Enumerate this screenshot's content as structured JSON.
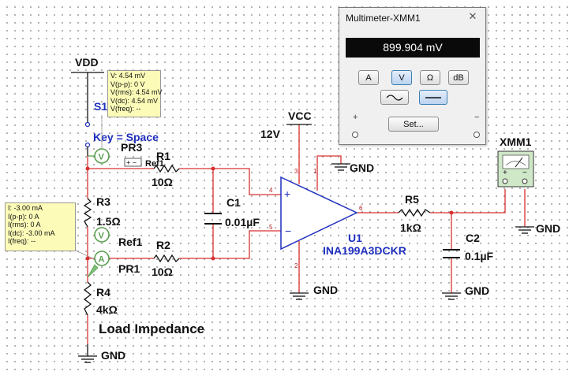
{
  "schematic": {
    "labels": {
      "vdd": "VDD",
      "vcc": "VCC",
      "v12": "12V",
      "s1": "S1",
      "key": "Key = Space",
      "pr3": "PR3",
      "ref1_top": "Ref1",
      "r1": "R1",
      "r1_val": "10Ω",
      "r3": "R3",
      "r3_val": "1.5Ω",
      "c1": "C1",
      "c1_val": "0.01µF",
      "ref1": "Ref1",
      "r2": "R2",
      "pr1": "PR1",
      "r2_val": "10Ω",
      "r4": "R4",
      "r4_val": "4kΩ",
      "load": "Load Impedance",
      "gnd_left": "GND",
      "gnd_amp_top": "GND",
      "gnd_amp_bottom": "GND",
      "u1": "U1",
      "u1_part": "INA199A3DCKR",
      "r5": "R5",
      "r5_val": "1kΩ",
      "c2": "C2",
      "c2_val": "0.1µF",
      "gnd_c2": "GND",
      "xmm1": "XMM1",
      "gnd_meter": "GND",
      "pin4": "4",
      "pin5": "5",
      "pin3": "3",
      "pin1": "1",
      "pin2": "2",
      "pin6": "6"
    },
    "colors": {
      "wire": "#d93030",
      "wire_black": "#111111",
      "net_blue": "#1f2fbf",
      "probe_green": "#5aa050"
    }
  },
  "probe_pr3": {
    "lines": [
      "V: 4.54 mV",
      "V(p-p): 0 V",
      "V(rms): 4.54 mV",
      "V(dc): 4.54 mV",
      "V(freq): --"
    ]
  },
  "probe_pr1": {
    "lines": [
      "I: -3.00 mA",
      "I(p-p): 0 A",
      "I(rms): 0 A",
      "I(dc): -3.00 mA",
      "I(freq): --"
    ]
  },
  "multimeter": {
    "title": "Multimeter-XMM1",
    "close": "✕",
    "reading": "899.904 mV",
    "buttons": {
      "amp": "A",
      "volt": "V",
      "ohm": "Ω",
      "db": "dB"
    },
    "active_mode": "V",
    "ac_icon": "ac-wave-icon",
    "dc_icon": "dc-line-icon",
    "set": "Set...",
    "plus": "+",
    "minus": "−"
  }
}
